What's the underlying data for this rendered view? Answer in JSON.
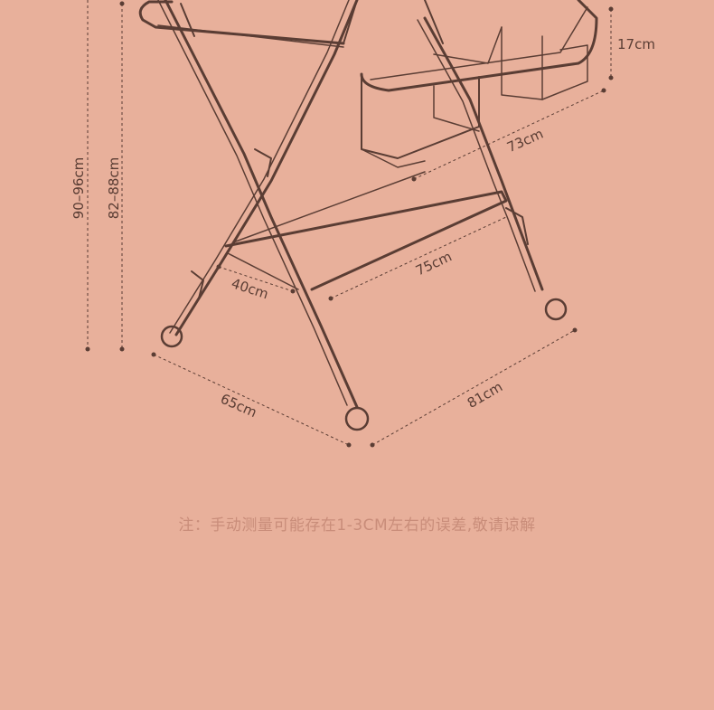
{
  "colors": {
    "background": "#e8b09b",
    "frame": "#5a3d34",
    "note_text": "#c98d7a"
  },
  "dimensions": {
    "total_height": "90–96cm",
    "table_height": "82–88cm",
    "basket_depth": "17cm",
    "basket_length": "73cm",
    "shelf_length": "75cm",
    "shelf_width": "40cm",
    "base_width": "65cm",
    "base_length": "81cm"
  },
  "note": "注：手动测量可能存在1-3CM左右的误差,敬请谅解"
}
